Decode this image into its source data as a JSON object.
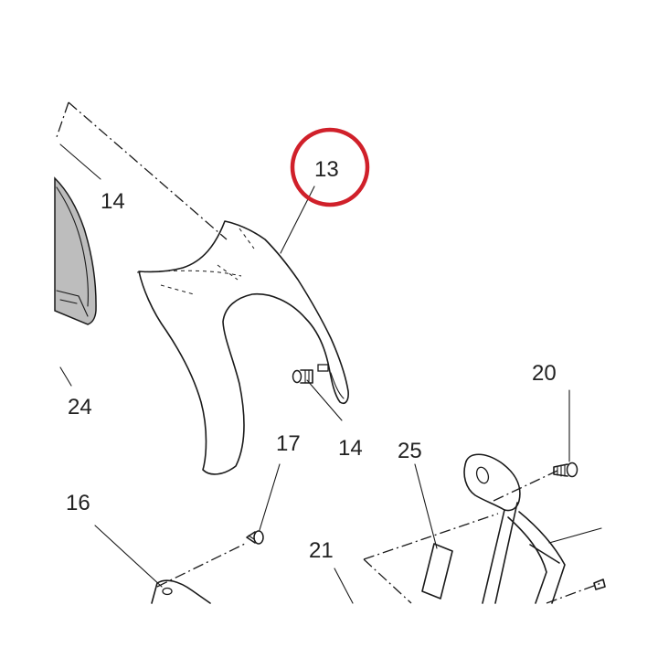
{
  "labels": {
    "part_13": "13",
    "part_14_left": "14",
    "part_14_right": "14",
    "part_24": "24",
    "part_17": "17",
    "part_16": "16",
    "part_20": "20",
    "part_25": "25",
    "part_21": "21"
  },
  "colors": {
    "highlight": "#d0202a",
    "line": "#1a1a1a",
    "shaded_panel": "#bdbdbd"
  }
}
